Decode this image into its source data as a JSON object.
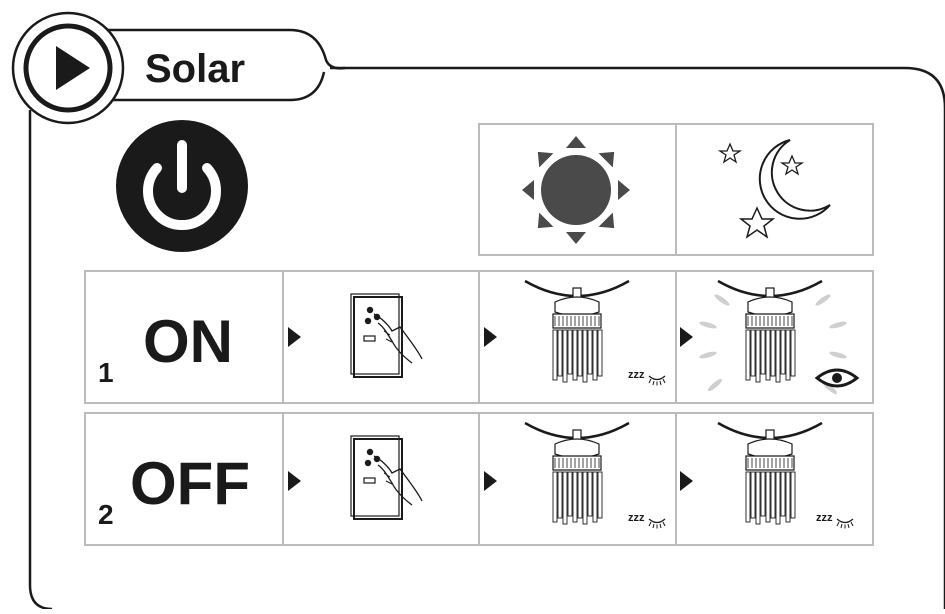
{
  "title": "Solar",
  "steps": [
    {
      "number": "1",
      "label": "ON"
    },
    {
      "number": "2",
      "label": "OFF"
    }
  ],
  "sleep_symbol": "zzz",
  "icons": {
    "play": "play-icon",
    "power": "power-icon",
    "sun": "sun-icon",
    "moon": "moon-stars-icon",
    "hand": "hand-press-button-icon",
    "lamp": "lamp-icon",
    "eye": "eye-icon"
  },
  "colors": {
    "ink": "#1a1a1a",
    "line": "#bbbbbb",
    "sun": "#4a4a4a"
  }
}
